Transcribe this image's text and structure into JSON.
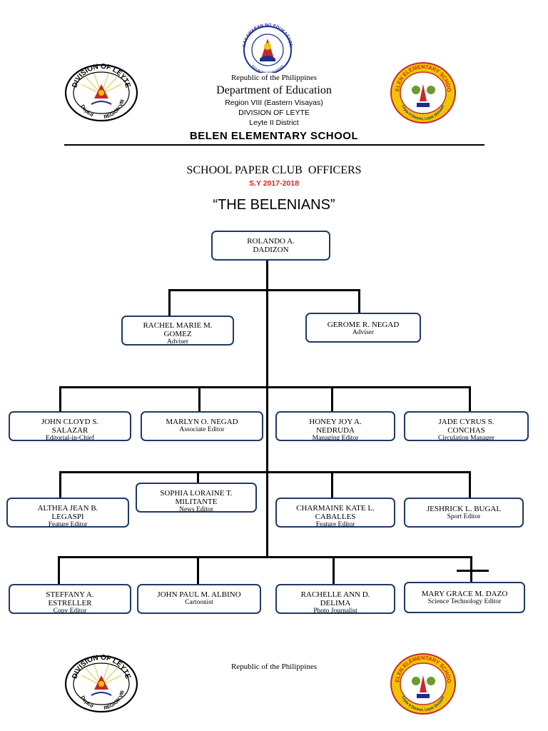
{
  "header": {
    "republic": "Republic of the Philippines",
    "department": "Department of Education",
    "region": "Region VIII (Eastern Visayas)",
    "division": "DIVISION OF LEYTE",
    "district": "Leyte II District",
    "school": "BELEN ELEMENTARY SCHOOL"
  },
  "seals": {
    "deped": {
      "top": "KAGAWARAN NG EDUKASYON",
      "bottom": "REPUBLIKA NG PILIPINAS"
    },
    "leyte": {
      "top": "DIVISION OF LEYTE",
      "left": "DepEd",
      "right": "REGION VIII"
    },
    "school": {
      "top": "BELEN ELEMENTARY SCHOOL",
      "bottom": "Leyte II District, Leyte Division"
    }
  },
  "titles": {
    "club": "SCHOOL PAPER CLUB  OFFICERS",
    "year": "S.Y 2017-2018",
    "paper": "“THE BELENIANS”"
  },
  "colors": {
    "year": "#e02020",
    "box_border": "#1f3a64",
    "seal_gold": "#f2c500",
    "seal_red": "#c62828"
  },
  "org": {
    "root": {
      "name": "ROLANDO A. DADIZON",
      "role": ""
    },
    "advisers": [
      {
        "name": "RACHEL MARIE M. GOMEZ",
        "role": "Adviser"
      },
      {
        "name": "GEROME R. NEGAD",
        "role": "Adviser"
      }
    ],
    "row1": [
      {
        "name": "JOHN CLOYD S. SALAZAR",
        "role": "Editorial-in-Chief"
      },
      {
        "name": "MARLYN O. NEGAD",
        "role": "Associate Editor"
      },
      {
        "name": "HONEY JOY A. NEDRUDA",
        "role": "Managing Editor"
      },
      {
        "name": "JADE CYRUS S. CONCHAS",
        "role": "Circulation Manager"
      }
    ],
    "row2": [
      {
        "name": "ALTHEA JEAN B. LEGASPI",
        "role": "Feature Editor"
      },
      {
        "name": "SOPHIA LORAINE T. MILITANTE",
        "role": "News Editor"
      },
      {
        "name": "CHARMAINE KATE L. CABALLES",
        "role": "Feature Editor"
      },
      {
        "name": "JESHRICK L. BUGAL",
        "role": "Sport Editor"
      }
    ],
    "row3": [
      {
        "name": "STEFFANY A. ESTRELLER",
        "role": "Copy Editor"
      },
      {
        "name": "JOHN PAUL M. ALBINO",
        "role": "Cartoonist"
      },
      {
        "name": "RACHELLE ANN D. DELIMA",
        "role": "Photo Journalist"
      },
      {
        "name": "MARY GRACE M. DAZO",
        "role": "Science Technology Editor"
      }
    ]
  },
  "footer": {
    "republic": "Republic of the Philippines"
  }
}
